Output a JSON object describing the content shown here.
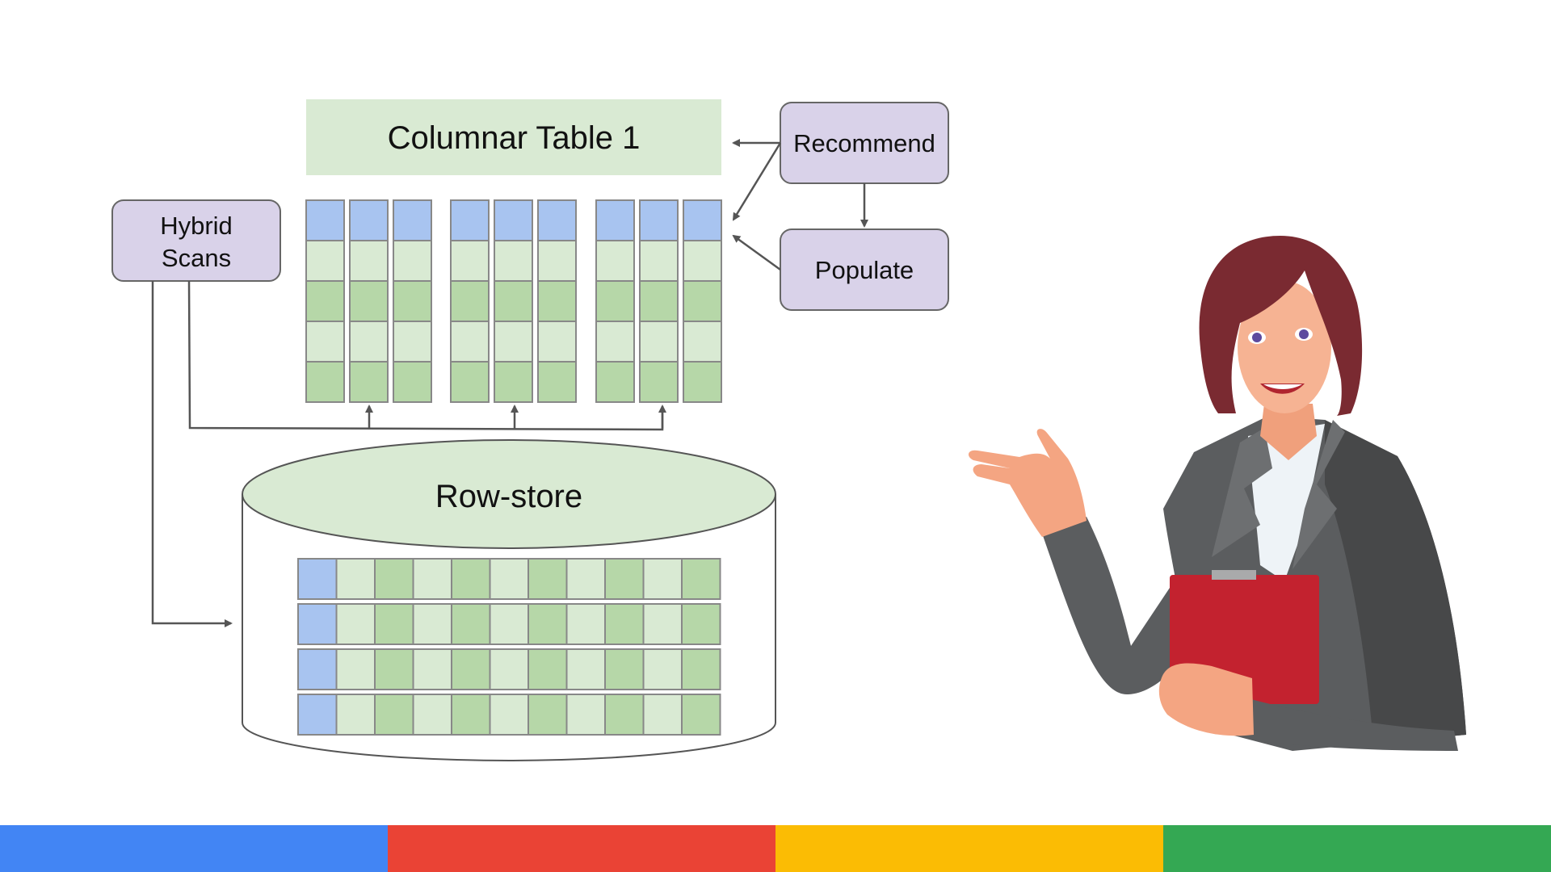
{
  "diagram": {
    "columnar_table_title": "Columnar Table 1",
    "row_store_label": "Row-store",
    "hybrid_scans_lines": [
      "Hybrid",
      "Scans"
    ],
    "recommend_label": "Recommend",
    "populate_label": "Populate"
  },
  "colors": {
    "header_cell": "#a8c4f0",
    "light_green": "#d9ead3",
    "mid_green": "#b6d7a8",
    "process_box": "#d9d2e9",
    "accent_bar": [
      "#4285f4",
      "#ea4335",
      "#fbbc04",
      "#34a853"
    ]
  },
  "illustration": {
    "subject": "presenter-woman-with-red-clipboard"
  }
}
